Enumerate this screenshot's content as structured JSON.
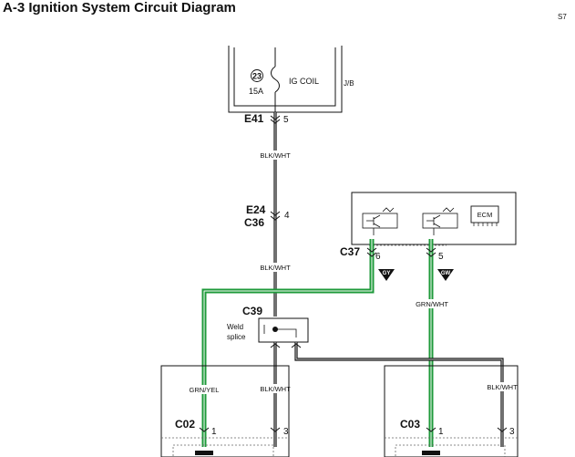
{
  "title": "A-3 Ignition System Circuit Diagram",
  "page_code": "S7",
  "junction_box": {
    "label": "J/B",
    "fuse_number": "23",
    "fuse_rating": "15A",
    "fuse_name": "IG COIL"
  },
  "connectors": {
    "e41": {
      "name": "E41",
      "pin": "5"
    },
    "e24": {
      "name": "E24"
    },
    "c36": {
      "name": "C36",
      "pin": "4"
    },
    "c37": {
      "name": "C37",
      "pin_left": "6",
      "pin_right": "5"
    },
    "c39": {
      "name": "C39"
    },
    "c02": {
      "name": "C02",
      "pin_left": "1",
      "pin_right": "3"
    },
    "c03": {
      "name": "C03",
      "pin_left": "1",
      "pin_right": "3"
    }
  },
  "ecm": {
    "label": "ECM"
  },
  "splice": {
    "label_line1": "Weld",
    "label_line2": "splice"
  },
  "grounds": {
    "left": "GY",
    "right": "GW"
  },
  "wire_labels": {
    "blk_wht_1": "BLK/WHT",
    "blk_wht_2": "BLK/WHT",
    "grn_wht": "GRN/WHT",
    "grn_yel": "GRN/YEL",
    "blk_wht_3": "BLK/WHT",
    "blk_wht_4": "BLK/WHT"
  },
  "colors": {
    "green_wire": "#1e9a3a",
    "black_wire": "#111111"
  }
}
